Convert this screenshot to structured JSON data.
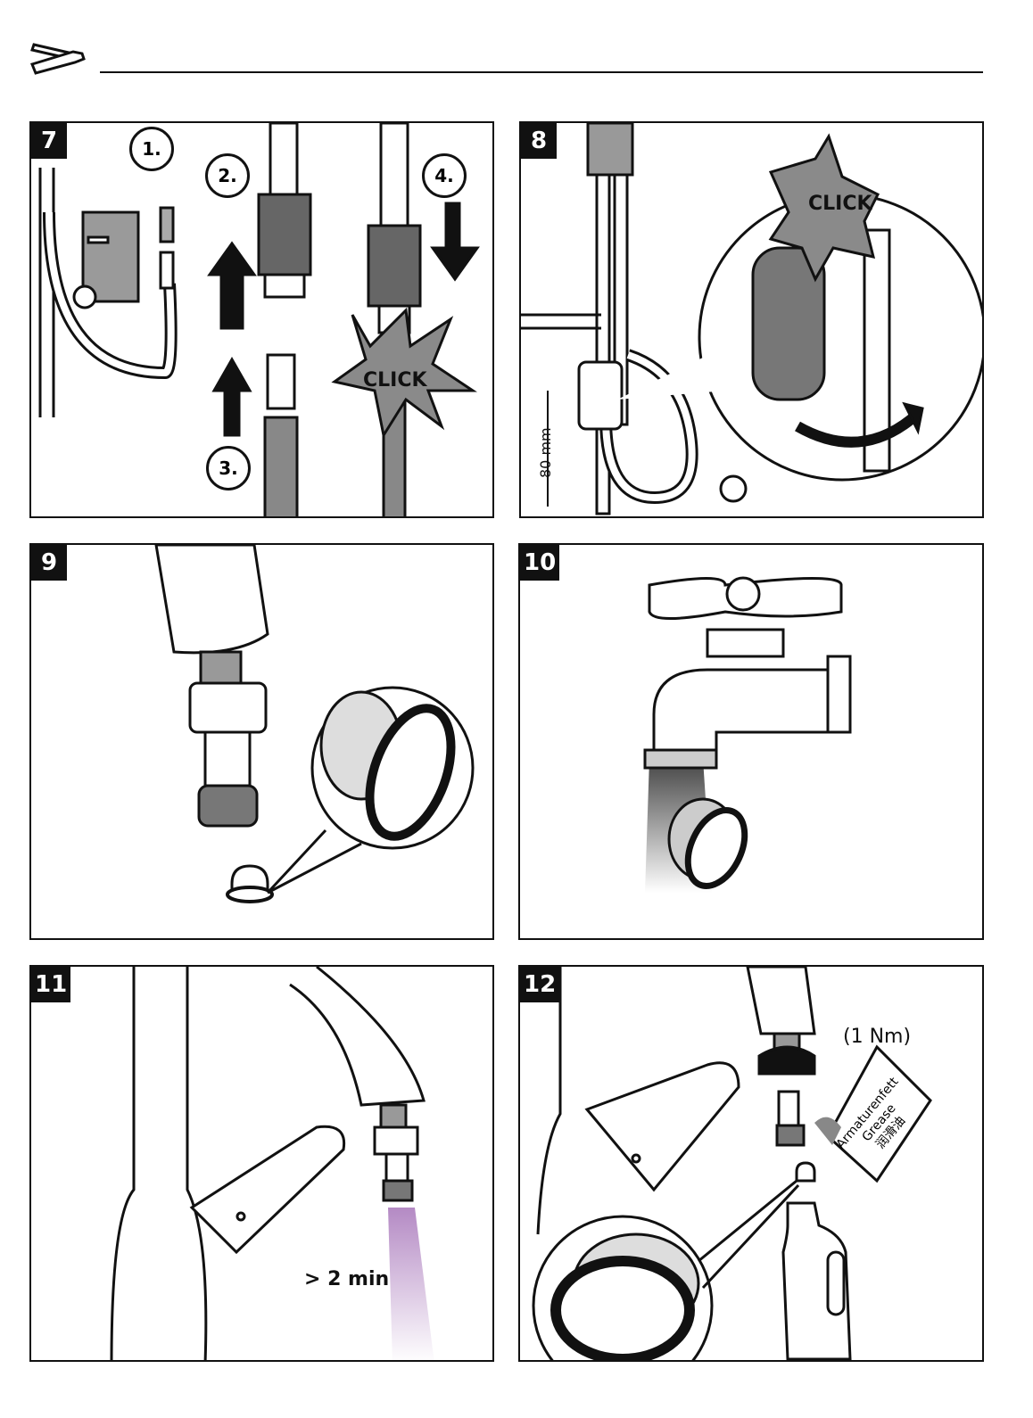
{
  "header": {
    "icon": "wrench-screwdriver-icon"
  },
  "panels": [
    {
      "step": "7",
      "labels": [
        "1.",
        "2.",
        "3.",
        "4."
      ],
      "click": "CLICK"
    },
    {
      "step": "8",
      "click": "CLICK",
      "dimension": "80 mm"
    },
    {
      "step": "9"
    },
    {
      "step": "10"
    },
    {
      "step": "11",
      "duration": "> 2 min"
    },
    {
      "step": "12",
      "torque": "(1 Nm)",
      "grease": [
        "Armaturenfett",
        "Grease",
        "润滑油"
      ]
    }
  ],
  "colors": {
    "line": "#111111",
    "fill_gray": "#8a8a8a",
    "dark_gray": "#555555",
    "flush": "#b48ac4"
  }
}
